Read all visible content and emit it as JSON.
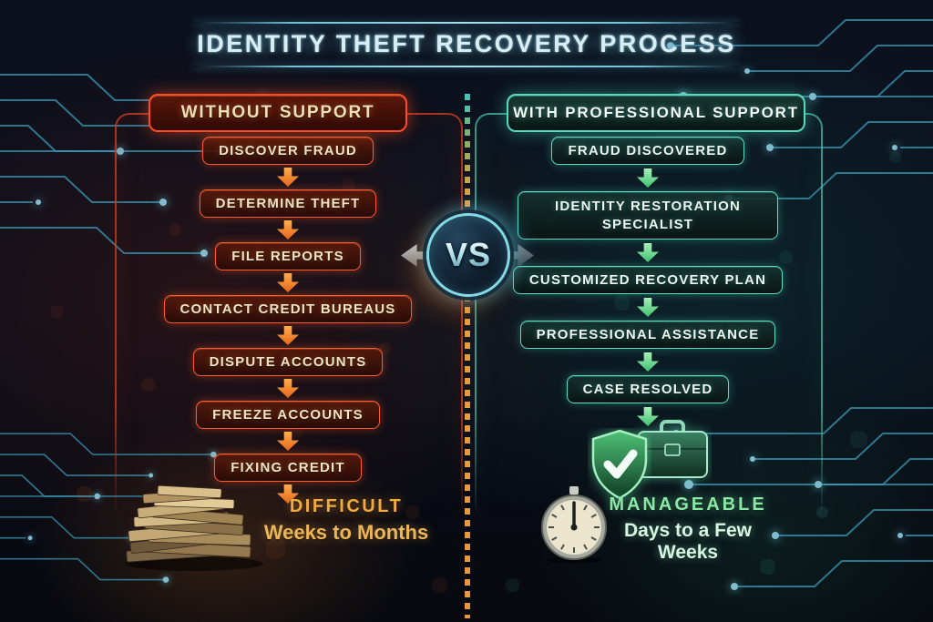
{
  "title": "IDENTITY THEFT RECOVERY PROCESS",
  "vs_badge": {
    "label": "VS"
  },
  "without_support": {
    "header": "WITHOUT SUPPORT",
    "steps": [
      "DISCOVER FRAUD",
      "DETERMINE THEFT",
      "FILE REPORTS",
      "CONTACT CREDIT BUREAUS",
      "DISPUTE ACCOUNTS",
      "FREEZE ACCOUNTS",
      "FIXING CREDIT"
    ],
    "outcome": {
      "difficulty": "DIFFICULT",
      "timeframe": "Weeks to Months"
    },
    "icon": "money-stack"
  },
  "with_support": {
    "header": "WITH PROFESSIONAL SUPPORT",
    "steps": [
      "FRAUD DISCOVERED",
      "IDENTITY RESTORATION SPECIALIST",
      "CUSTOMIZED RECOVERY PLAN",
      "PROFESSIONAL ASSISTANCE",
      "CASE RESOLVED"
    ],
    "outcome": {
      "difficulty": "MANAGEABLE",
      "timeframe": "Days to a Few Weeks"
    },
    "icons": [
      "shield-check",
      "briefcase",
      "stopwatch"
    ]
  },
  "colors": {
    "title_text": "#d9edf6",
    "left_accent": "#ff4a26",
    "left_box_text": "#f3e3c3",
    "left_gold": "#f2ab43",
    "right_accent": "#55d9c0",
    "right_box_text": "#edf8f3",
    "right_green": "#8be8a6",
    "divider_orange": "#e9973c",
    "circuit_blue": "#46b9dc",
    "vs_ring": "#83d9e4"
  }
}
